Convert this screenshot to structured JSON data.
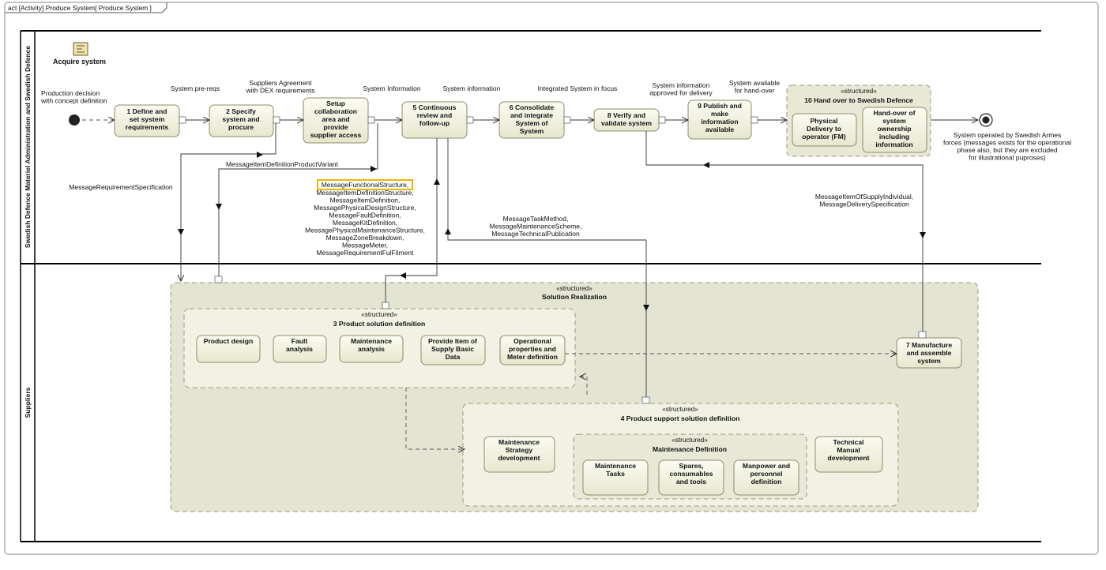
{
  "frame": {
    "title": "act [Activity] Produce System[ Produce System ]"
  },
  "lanes": {
    "top": "Swedish Defence Materiel Administration and Swedish Defence",
    "bottom": "Suppliers"
  },
  "acquire": {
    "label": "Acquire system",
    "icon": "acquire-system-icon"
  },
  "stereotype": "«structured»",
  "actions": {
    "a1": [
      "1 Define and",
      "set system",
      "requirements"
    ],
    "a2": [
      "2 Specify",
      "system and",
      "procure"
    ],
    "setup": [
      "Setup",
      "collaboration",
      "area and",
      "provide",
      "supplier access"
    ],
    "a5": [
      "5 Continuous",
      "review and",
      "follow-up"
    ],
    "a6": [
      "6 Consolidate",
      "and integrate",
      "System of",
      "System"
    ],
    "a8": [
      "8 Verify and",
      "validate system"
    ],
    "a9": [
      "9 Publish and",
      "make",
      "information",
      "available"
    ],
    "a10_title": "10 Hand over to Swedish Defence",
    "phys": [
      "Physical",
      "Delivery to",
      "operator (FM)"
    ],
    "hand": [
      "Hand-over of",
      "system",
      "ownership",
      "including",
      "information"
    ],
    "sol_title": "Solution Realization",
    "psd_title": "3 Product solution definition",
    "pd": [
      "Product design"
    ],
    "fa": [
      "Fault",
      "analysis"
    ],
    "ma": [
      "Maintenance",
      "analysis"
    ],
    "pis": [
      "Provide Item of",
      "Supply Basic",
      "Data"
    ],
    "opm": [
      "Operational",
      "properties and",
      "Meter definition"
    ],
    "ps4_title": "4 Product support solution definition",
    "msd": [
      "Maintenance",
      "Strategy",
      "development"
    ],
    "md_title": "Maintenance Definition",
    "mt": [
      "Maintenance",
      "Tasks"
    ],
    "sct": [
      "Spares,",
      "consumables",
      "and tools"
    ],
    "mpd": [
      "Manpower and",
      "personnel",
      "definition"
    ],
    "tmd": [
      "Technical",
      "Manual",
      "development"
    ],
    "m7": [
      "7 Manufacture",
      "and assemble",
      "system"
    ]
  },
  "labels": {
    "production_decision": [
      "Production decision",
      "with concept definition"
    ],
    "prereqs": [
      "System pre-reqs"
    ],
    "suppliers_agreement": [
      "Suppliers Agreement",
      "with DEX requirements"
    ],
    "sys_info1": [
      "System Information"
    ],
    "sys_info2": [
      "System information"
    ],
    "integrated": [
      "Integrated System in focus"
    ],
    "approved": [
      "System information",
      "approved for delivery"
    ],
    "available": [
      "System available",
      "for hand-over"
    ],
    "operated": [
      "System operated by Swedish Armes",
      "forces (messages exists for the operational",
      "phase also, but they are excluded",
      "for illustrational puproses)"
    ],
    "msg_prodvariant": [
      "MessageItemDefinitionProductVariant"
    ],
    "msg_reqspec": [
      "MessageRequirementSpecification"
    ],
    "msg_list_first": "MessageFunctionalStructure,",
    "msg_list_rest": [
      "MessageItemDefinitionStructure,",
      "MessageItemDefinition,",
      "MessagePhysicalDesignStructure,",
      "MessageFaultDefinition,",
      "MessageKitDefinition,",
      "MessagePhysicalMaintenanceStructure,",
      "MessageZoneBreakdown,",
      "MessageMeter,",
      "MessageRequirementFulFilment"
    ],
    "msg_task": [
      "MessageTaskMethod,",
      "MessageMaintenanceScheme,",
      "MessageTechnicalPublication"
    ],
    "msg_supply": [
      "MessageItemOfSupplyIndividual,",
      "MessageDeliverySpecification"
    ]
  },
  "colors": {
    "node_top": "#fbfbf1",
    "node_bottom": "#e7e7cf",
    "region": "#e4e4d2",
    "highlight": "#f0b400"
  }
}
